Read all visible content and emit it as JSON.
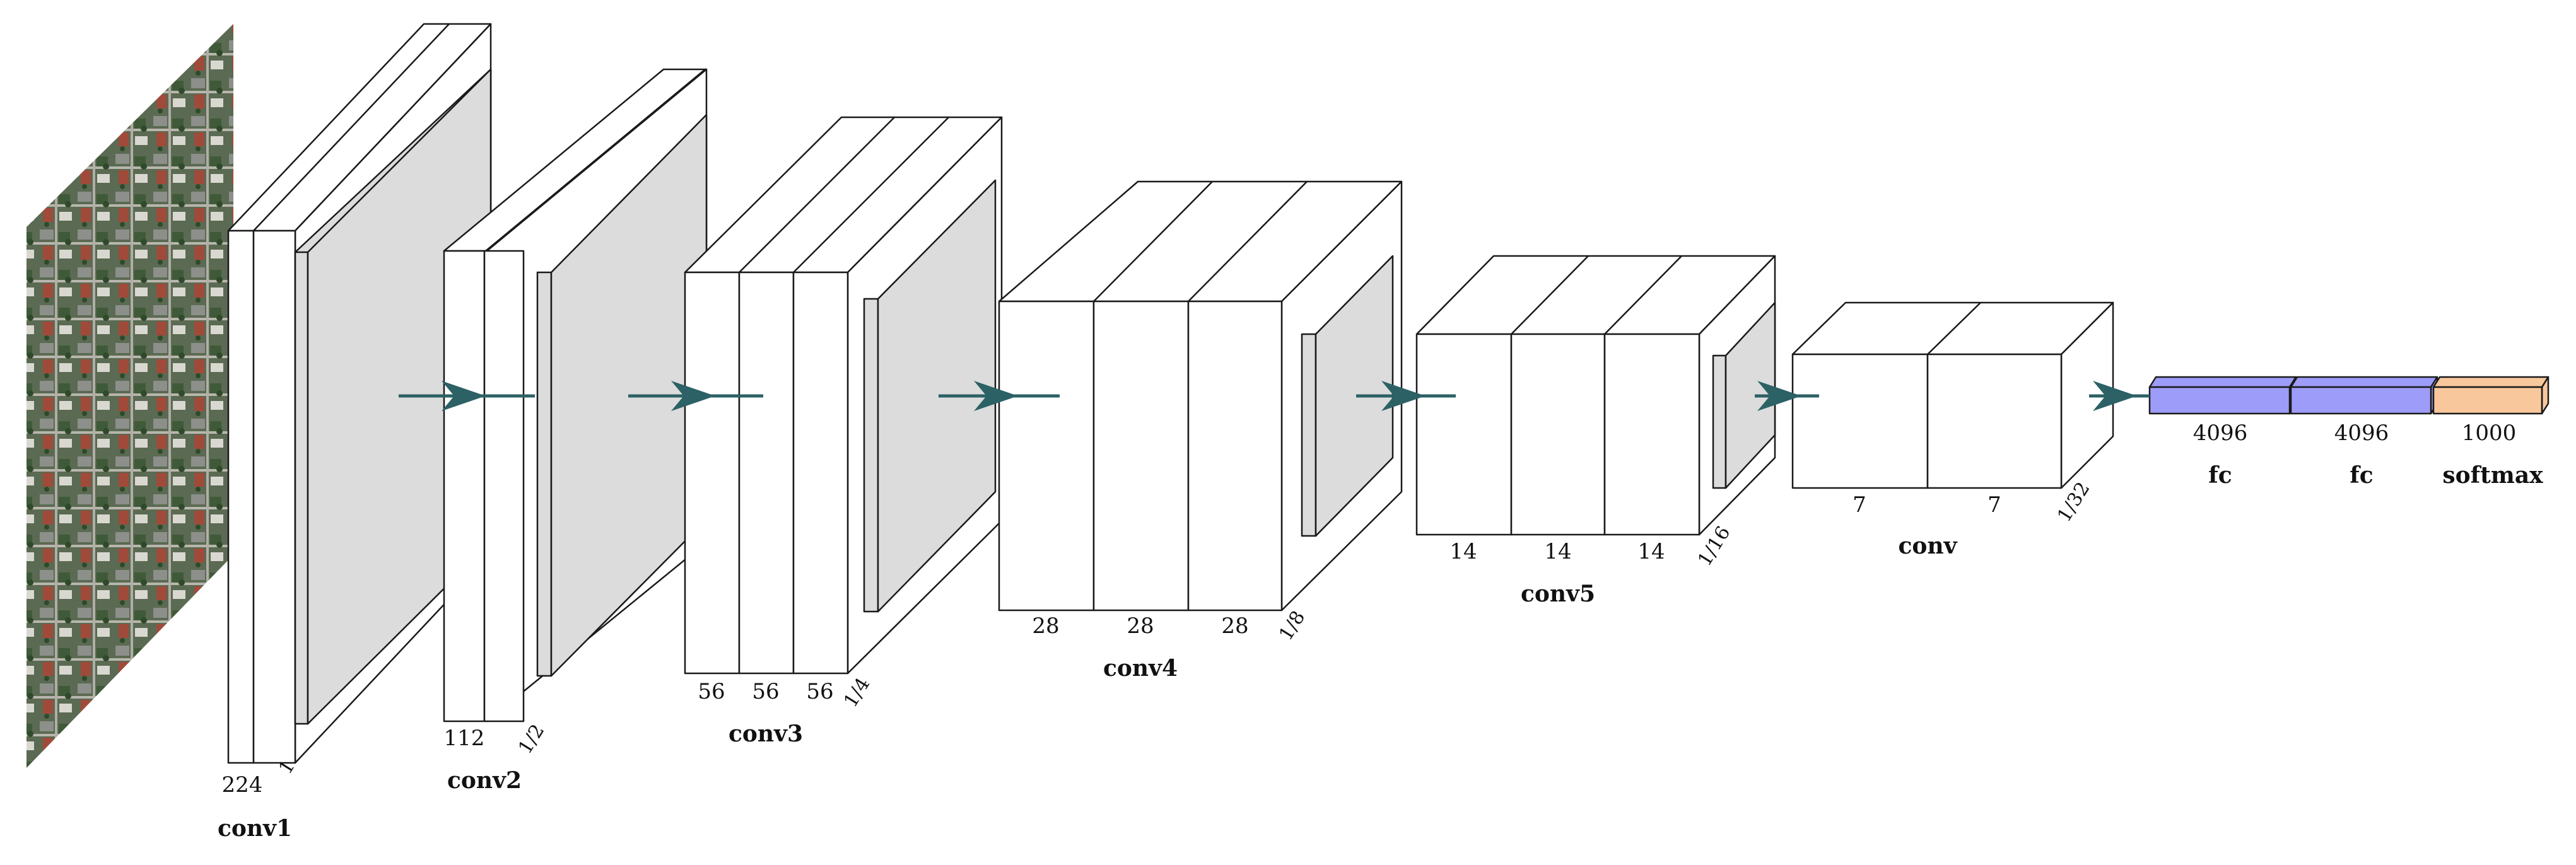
{
  "diagram": {
    "colors": {
      "pool": "#dcdcdc",
      "fc": "#9d9cf8",
      "softmax": "#f8c79c",
      "arrow": "#2c6165",
      "line": "#1a1a1a"
    },
    "input": {
      "icon": "aerial-image"
    },
    "blocks": [
      {
        "id": "conv1",
        "label": "conv1",
        "dims": [
          "224",
          "1"
        ],
        "scale": ""
      },
      {
        "id": "conv2",
        "label": "conv2",
        "dims": [
          "112"
        ],
        "scale": "1/2"
      },
      {
        "id": "conv3",
        "label": "conv3",
        "dims": [
          "56",
          "56",
          "56"
        ],
        "scale": "1/4"
      },
      {
        "id": "conv4",
        "label": "conv4",
        "dims": [
          "28",
          "28",
          "28"
        ],
        "scale": "1/8"
      },
      {
        "id": "conv5",
        "label": "conv5",
        "dims": [
          "14",
          "14",
          "14"
        ],
        "scale": "1/16"
      },
      {
        "id": "conv",
        "label": "conv",
        "dims": [
          "7",
          "7"
        ],
        "scale": "1/32"
      }
    ],
    "heads": [
      {
        "id": "fc1",
        "label": "fc",
        "size": "4096"
      },
      {
        "id": "fc2",
        "label": "fc",
        "size": "4096"
      },
      {
        "id": "softmax",
        "label": "softmax",
        "size": "1000"
      }
    ]
  }
}
